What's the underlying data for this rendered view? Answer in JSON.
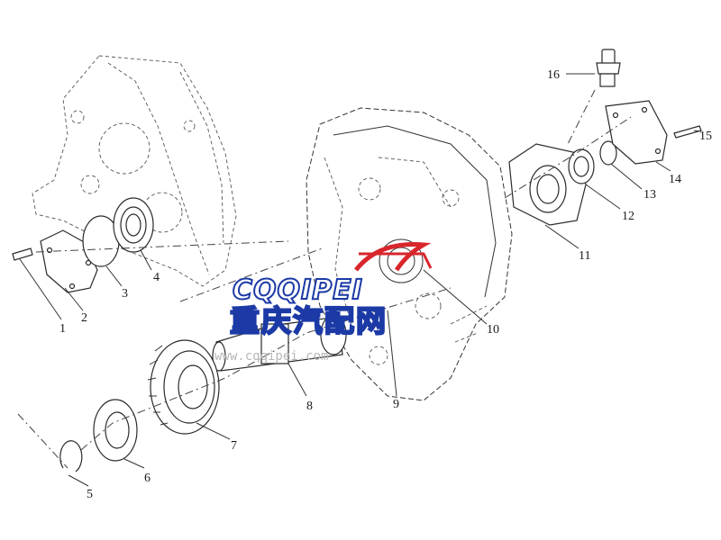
{
  "callouts": [
    {
      "id": "1",
      "label": "1"
    },
    {
      "id": "2",
      "label": "2"
    },
    {
      "id": "3",
      "label": "3"
    },
    {
      "id": "4",
      "label": "4"
    },
    {
      "id": "5",
      "label": "5"
    },
    {
      "id": "6",
      "label": "6"
    },
    {
      "id": "7",
      "label": "7"
    },
    {
      "id": "8",
      "label": "8"
    },
    {
      "id": "9",
      "label": "9"
    },
    {
      "id": "10",
      "label": "10"
    },
    {
      "id": "11",
      "label": "11"
    },
    {
      "id": "12",
      "label": "12"
    },
    {
      "id": "13",
      "label": "13"
    },
    {
      "id": "14",
      "label": "14"
    },
    {
      "id": "15",
      "label": "15"
    },
    {
      "id": "16",
      "label": "16"
    }
  ],
  "watermark": {
    "brand": "CQQIPEI",
    "chinese": "重庆汽配网",
    "url": "www.cqqipei.com",
    "colors": {
      "blue": "#1c3aa6",
      "red": "#d8262c"
    }
  }
}
